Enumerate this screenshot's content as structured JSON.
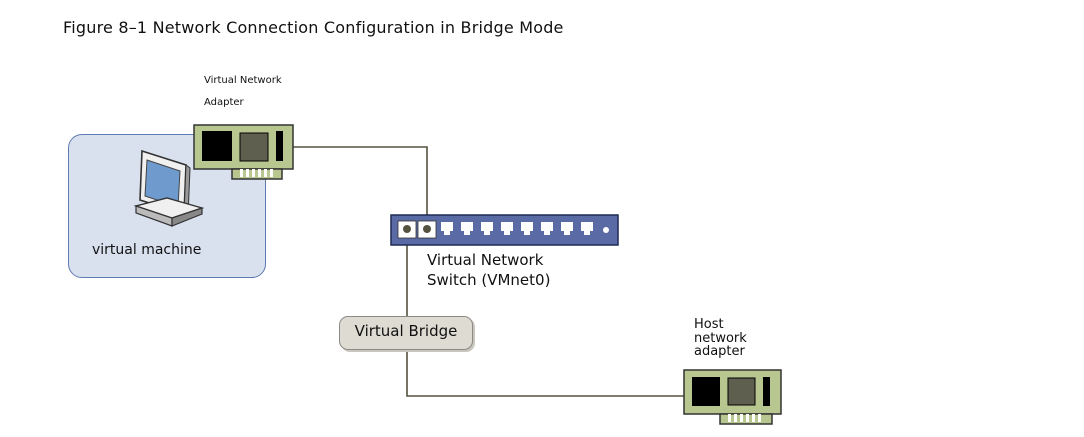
{
  "figure": {
    "title": "Figure 8–1 Network Connection Configuration in Bridge Mode"
  },
  "nodes": {
    "virtual_machine": {
      "label": "virtual machine",
      "icon": "computer-monitor-icon"
    },
    "virtual_network_adapter": {
      "label_line1": "Virtual Network",
      "label_line2": "Adapter",
      "icon": "network-card-icon"
    },
    "virtual_switch": {
      "label_line1": "Virtual Network",
      "label_line2": "Switch (VMnet0)",
      "icon": "network-switch-icon"
    },
    "virtual_bridge": {
      "label": "Virtual Bridge"
    },
    "host_network_adapter": {
      "label_line1": "Host",
      "label_line2": "network",
      "label_line3": "adapter",
      "icon": "network-card-icon"
    }
  },
  "edges": [
    {
      "from": "virtual_network_adapter",
      "to": "virtual_switch"
    },
    {
      "from": "virtual_switch",
      "to": "host_network_adapter",
      "via": "virtual_bridge"
    }
  ],
  "colors": {
    "vm_fill": "#d9e1ef",
    "vm_border": "#5f7bb0",
    "card_fill": "#b8c690",
    "switch_fill": "#5a6aa5",
    "connector": "#55523f",
    "bridge_fill": "#dedbd3"
  }
}
